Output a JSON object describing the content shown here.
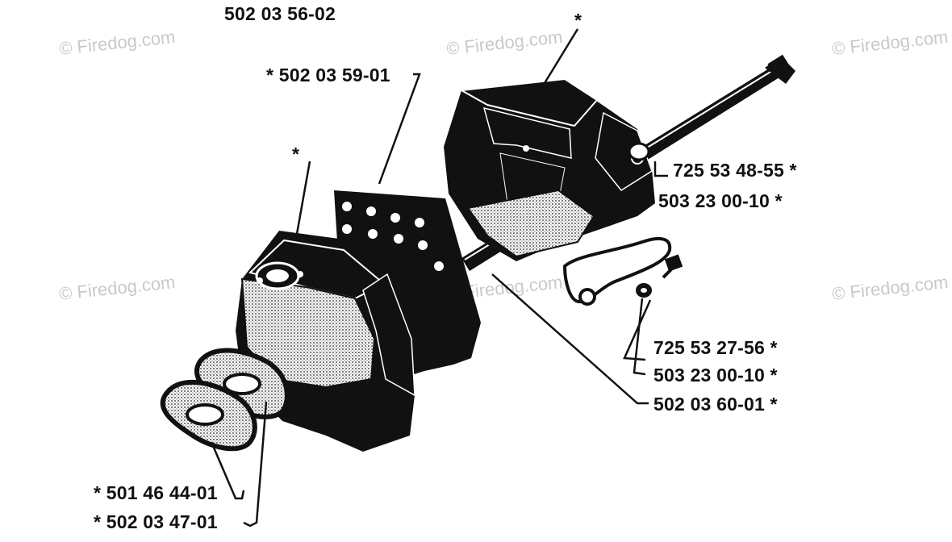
{
  "diagram": {
    "assembly_number": "502 03 56-02",
    "watermark": "© Firedog.com",
    "part_labels": [
      {
        "id": "guard-clamp",
        "text": "* 502 03 59-01"
      },
      {
        "id": "screw",
        "text": "725 53 48-55 *"
      },
      {
        "id": "washer-upper",
        "text": "503 23 00-10 *"
      },
      {
        "id": "screw-lower",
        "text": "725 53 27-56 *"
      },
      {
        "id": "washer-lower",
        "text": "503 23 00-10 *"
      },
      {
        "id": "bracket",
        "text": "502 03 60-01 *"
      },
      {
        "id": "gasket-outer",
        "text": "* 501 46 44-01"
      },
      {
        "id": "gasket-inner",
        "text": "* 502 03 47-01"
      }
    ],
    "asterisks": [
      "*",
      "*"
    ]
  }
}
